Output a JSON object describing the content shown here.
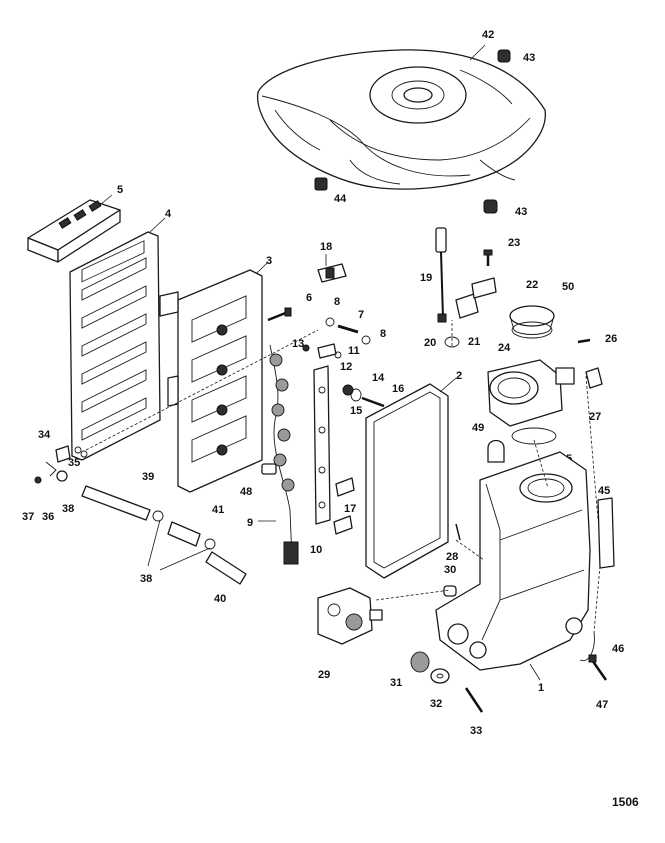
{
  "figure_number": "1506",
  "callouts": [
    "1",
    "2",
    "3",
    "4",
    "5",
    "6",
    "7",
    "8",
    "9",
    "10",
    "11",
    "12",
    "13",
    "14",
    "15",
    "16",
    "17",
    "18",
    "19",
    "20",
    "21",
    "22",
    "23",
    "24",
    "25",
    "26",
    "27",
    "28",
    "29",
    "30",
    "31",
    "32",
    "33",
    "34",
    "35",
    "36",
    "37",
    "38",
    "39",
    "40",
    "41",
    "42",
    "43",
    "44",
    "45",
    "46",
    "47",
    "48",
    "49",
    "50"
  ]
}
